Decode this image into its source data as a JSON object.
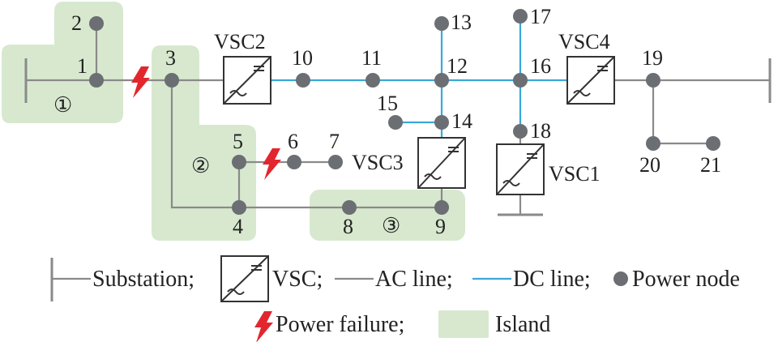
{
  "colors": {
    "ac_line": "#8a8a8a",
    "dc_line": "#3aa8d8",
    "node": "#6b6e72",
    "island": "#d7e8cf",
    "failure": "#e3262d",
    "text": "#222222"
  },
  "nodes": [
    "1",
    "2",
    "3",
    "4",
    "5",
    "6",
    "7",
    "8",
    "9",
    "10",
    "11",
    "12",
    "13",
    "14",
    "15",
    "16",
    "17",
    "18",
    "19",
    "20",
    "21"
  ],
  "converters": [
    "VSC1",
    "VSC2",
    "VSC3",
    "VSC4"
  ],
  "islands": [
    "①",
    "②",
    "③"
  ],
  "legend": {
    "substation": "Substation;",
    "vsc": "VSC;",
    "ac_line": "AC line;",
    "dc_line": "DC line;",
    "power_node": "Power node",
    "power_failure": "Power failure;",
    "island": "Island"
  }
}
